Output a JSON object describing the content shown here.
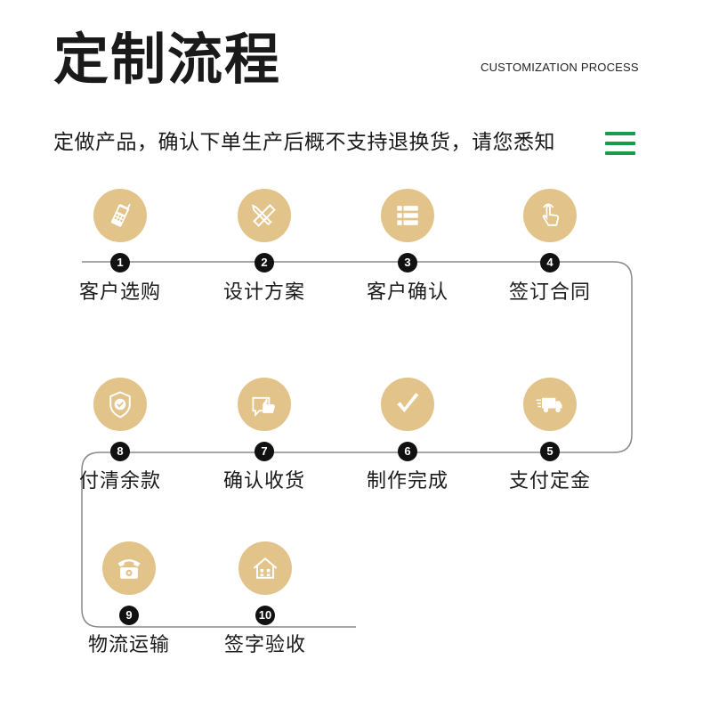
{
  "header": {
    "title": "定制流程",
    "subtitle": "CUSTOMIZATION PROCESS",
    "notice": "定做产品，确认下单生产后概不支持退换货，请您悉知"
  },
  "colors": {
    "accent_gold": "#e2c48a",
    "menu_green": "#1a9a4a",
    "badge": "#111111",
    "line": "#888888"
  },
  "steps": [
    {
      "number": "1",
      "label": "客户选购",
      "icon": "phone-icon"
    },
    {
      "number": "2",
      "label": "设计方案",
      "icon": "pencil-ruler-icon"
    },
    {
      "number": "3",
      "label": "客户确认",
      "icon": "list-icon"
    },
    {
      "number": "4",
      "label": "签订合同",
      "icon": "hand-touch-icon"
    },
    {
      "number": "5",
      "label": "支付定金",
      "icon": "truck-icon"
    },
    {
      "number": "6",
      "label": "制作完成",
      "icon": "checkmark-icon"
    },
    {
      "number": "7",
      "label": "确认收货",
      "icon": "thumbs-up-icon"
    },
    {
      "number": "8",
      "label": "付清余款",
      "icon": "shield-check-icon"
    },
    {
      "number": "9",
      "label": "物流运输",
      "icon": "telephone-icon"
    },
    {
      "number": "10",
      "label": "签字验收",
      "icon": "house-icon"
    }
  ]
}
